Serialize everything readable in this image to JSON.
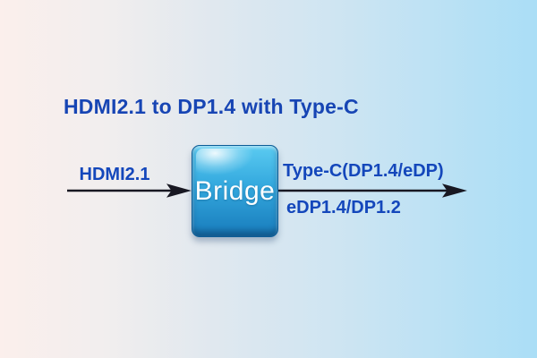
{
  "diagram": {
    "title": "HDMI2.1 to DP1.4 with Type-C",
    "bridge": {
      "label": "Bridge"
    },
    "input_edge": {
      "label": "HDMI2.1"
    },
    "output_edge": {
      "label_top": "Type-C(DP1.4/eDP)",
      "label_bottom": "eDP1.4/DP1.2"
    }
  },
  "colors": {
    "bg_left": "#fbefec",
    "bg_right": "#aadef6",
    "title_text": "#1745b4",
    "label_text": "#1447bb",
    "arrow": "#181822",
    "bridge_top": "#5bcbf1",
    "bridge_bottom": "#1e85c3",
    "bridge_text": "#ffffff"
  }
}
